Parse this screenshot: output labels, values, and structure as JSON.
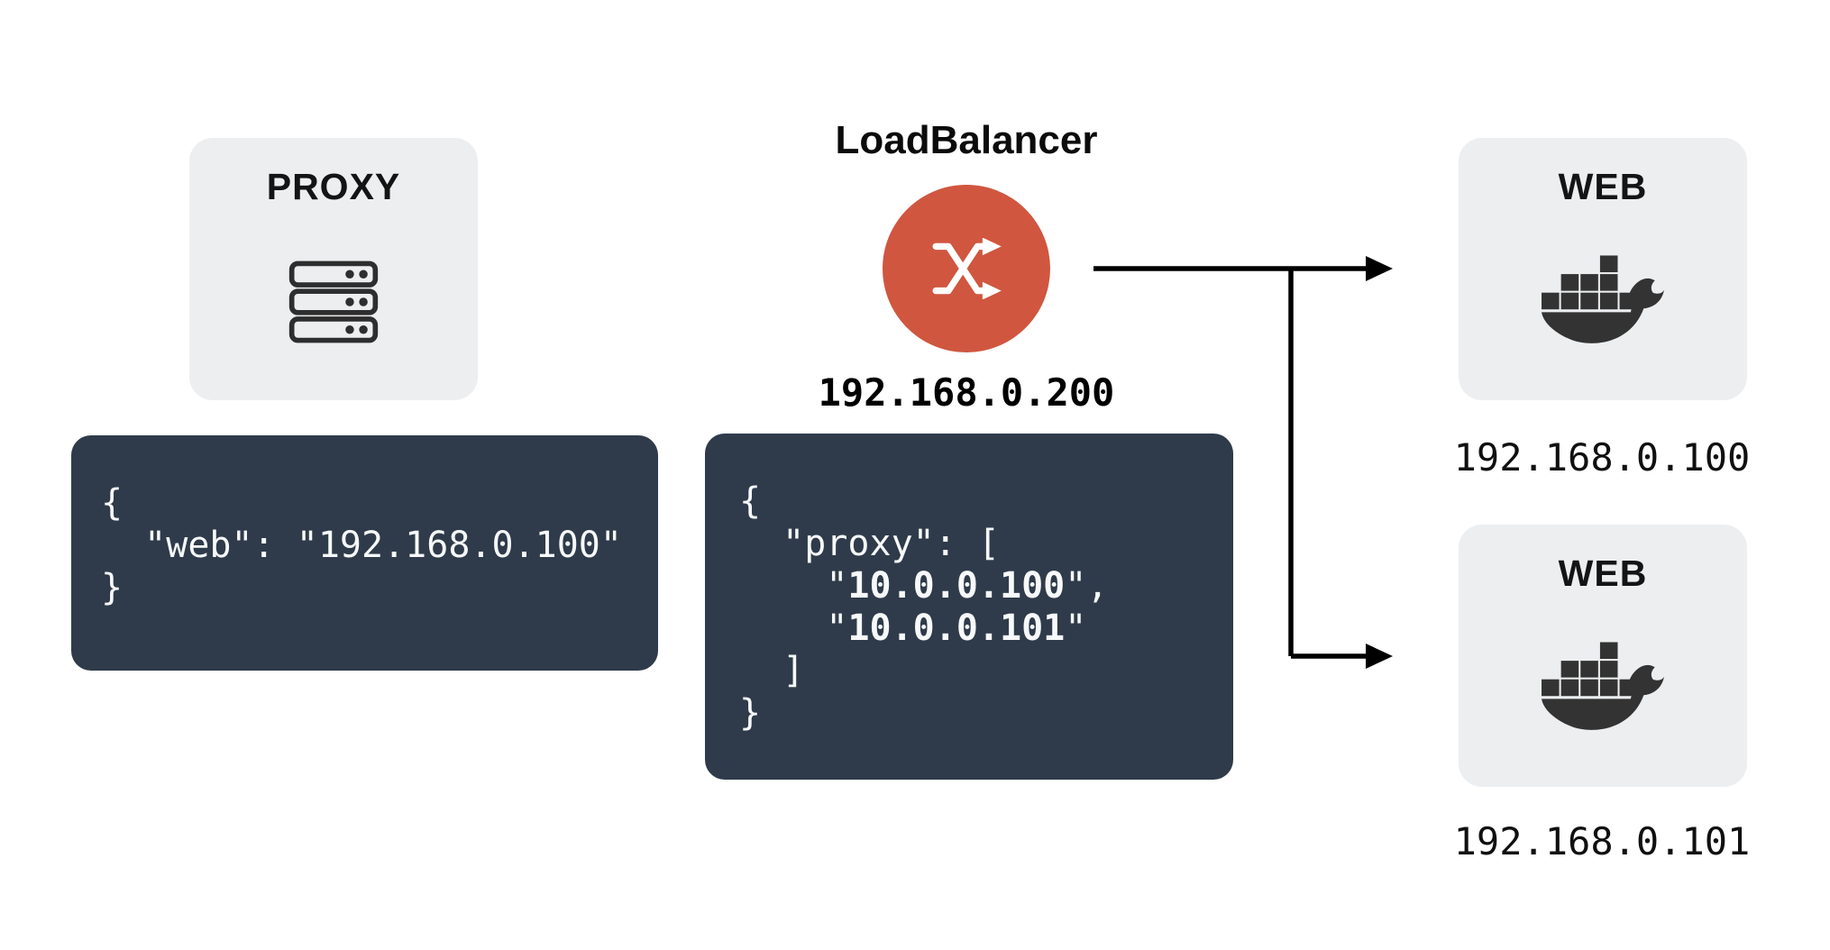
{
  "colors": {
    "background": "#ffffff",
    "panel_bg": "#ECEEF0",
    "code_bg": "#2F3B4A",
    "code_text": "#F7F9FA",
    "accent_red": "#D0563F",
    "icon_dark": "#333333",
    "arrow": "#000000"
  },
  "proxy_node": {
    "title": "PROXY",
    "icon": "server-icon"
  },
  "proxy_env_code": {
    "line1": "{",
    "line2": "  \"web\": \"192.168.0.100\"",
    "line3": "}"
  },
  "load_balancer": {
    "title": "LoadBalancer",
    "icon": "shuffle-icon",
    "ip": "192.168.0.200"
  },
  "lb_env_code": {
    "line1": "{",
    "line2": "  \"proxy\": [",
    "line3_prefix": "    \"",
    "line3_ip": "10.0.0.100",
    "line3_suffix": "\",",
    "line4_prefix": "    \"",
    "line4_ip": "10.0.0.101",
    "line4_suffix": "\"",
    "line5": "  ]",
    "line6": "}"
  },
  "web_nodes": [
    {
      "title": "WEB",
      "icon": "docker-icon",
      "ip": "192.168.0.100"
    },
    {
      "title": "WEB",
      "icon": "docker-icon",
      "ip": "192.168.0.101"
    }
  ]
}
